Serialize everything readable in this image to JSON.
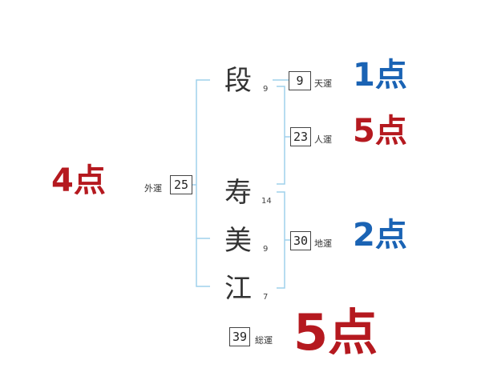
{
  "name_chars": [
    {
      "char": "段",
      "strokes": "9"
    },
    {
      "char": "寿",
      "strokes": "14"
    },
    {
      "char": "美",
      "strokes": "9"
    },
    {
      "char": "江",
      "strokes": "7"
    }
  ],
  "fortunes": {
    "heaven": {
      "value": "9",
      "label": "天運",
      "score": "1点"
    },
    "person": {
      "value": "23",
      "label": "人運",
      "score": "5点"
    },
    "earth": {
      "value": "30",
      "label": "地運",
      "score": "2点"
    },
    "outer": {
      "value": "25",
      "label": "外運",
      "score": "4点"
    },
    "total": {
      "value": "39",
      "label": "総運",
      "score": "5点"
    }
  },
  "colors": {
    "red": "#b5191f",
    "blue": "#1a63b4",
    "bracket": "#9fd0ec"
  }
}
